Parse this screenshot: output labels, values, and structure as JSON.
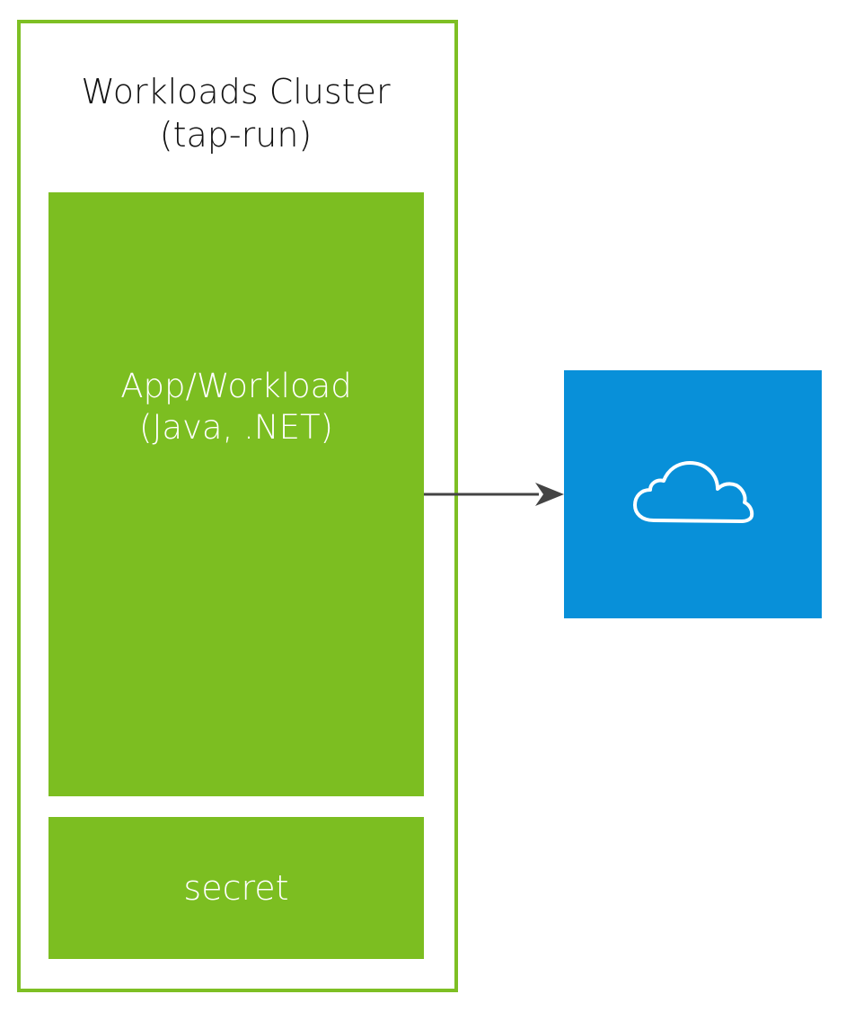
{
  "cluster": {
    "title_line1": "Workloads Cluster",
    "title_line2": "(tap-run)",
    "border_color": "#7ebf24"
  },
  "app": {
    "label_line1": "App/Workload",
    "label_line2": "(Java, .NET)",
    "fill_color": "#7cbe21"
  },
  "secret": {
    "label": "secret",
    "fill_color": "#7cbe21"
  },
  "connector": {
    "icon": "arrow-right-icon",
    "color": "#444444"
  },
  "cloud": {
    "icon": "cloud-icon",
    "fill_color": "#0890d9",
    "icon_color": "#ffffff"
  }
}
